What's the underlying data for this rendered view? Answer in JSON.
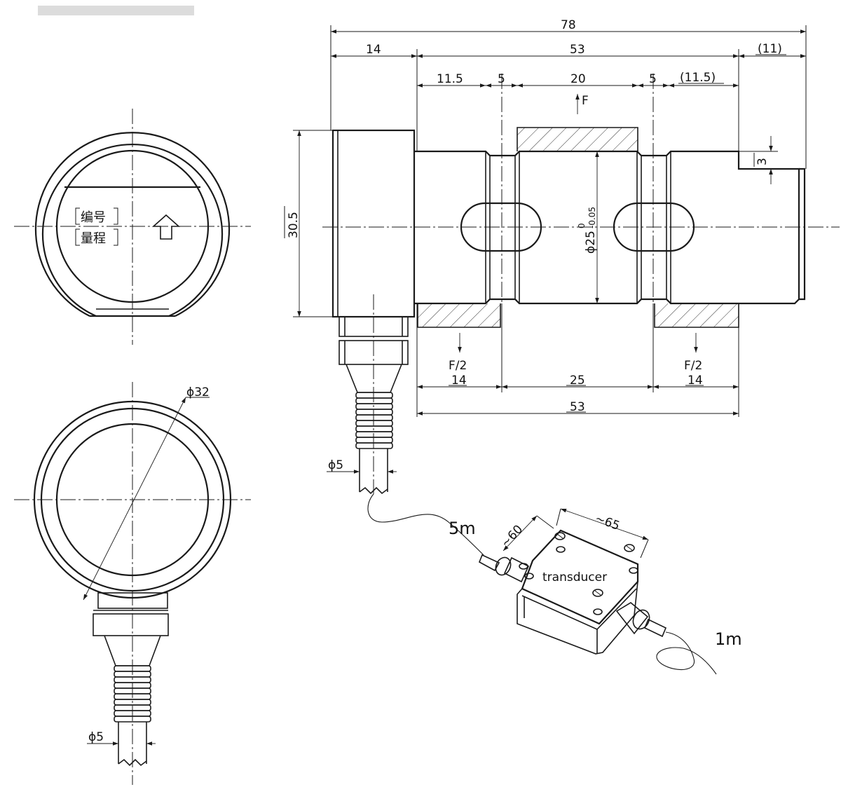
{
  "title_bar_fill": "#dcdcdc",
  "line_color": "#1a1a1a",
  "dimensions": {
    "overall": "78",
    "left_seg": "14",
    "mid_seg": "53",
    "right_seg": "(11)",
    "d_11_5": "11.5",
    "d_5a": "5",
    "d_20": "20",
    "d_5b": "5",
    "d_11_5p": "(11.5)",
    "height": "30.5",
    "step": "3",
    "dia_main": "ϕ25",
    "tol_upper": "0",
    "tol_lower": "-0.05",
    "bottom_14a": "14",
    "bottom_25": "25",
    "bottom_14b": "14",
    "bottom_53": "53",
    "cable_dia": "ϕ5",
    "outer_dia": "ϕ32",
    "cable_dia_lower": "ϕ5",
    "box_w": "~65",
    "box_d": "~60"
  },
  "forces": {
    "top": "F",
    "left_half": "F/2",
    "right_half": "F/2"
  },
  "labels": {
    "serial": "编号",
    "range": "量程",
    "transducer": "transducer",
    "cable_5m": "5m",
    "cable_1m": "1m"
  }
}
